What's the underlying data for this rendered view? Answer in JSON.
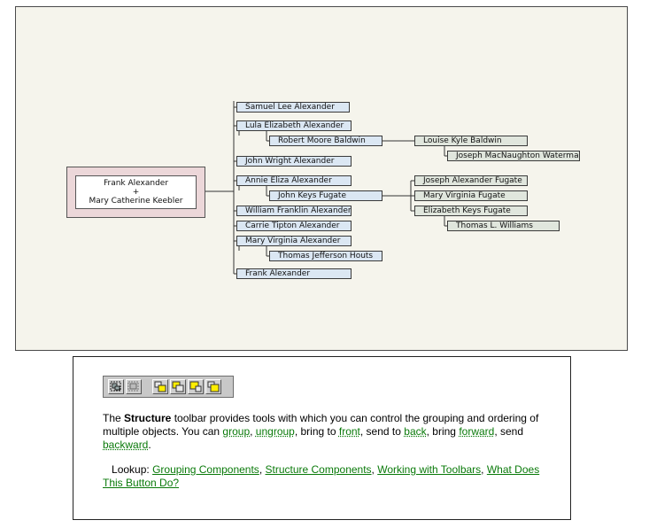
{
  "chart": {
    "root": {
      "line1": "Frank Alexander",
      "line2": "+",
      "line3": "Mary Catherine Keebler"
    },
    "children": [
      {
        "name": "Samuel Lee Alexander"
      },
      {
        "name": "Lula Elizabeth Alexander",
        "spouse": "Robert Moore Baldwin",
        "kids": [
          {
            "name": "Louise Kyle Baldwin",
            "spouse": "Joseph MacNaughton Waterman"
          }
        ]
      },
      {
        "name": "John Wright Alexander"
      },
      {
        "name": "Annie Eliza Alexander",
        "spouse": "John Keys Fugate",
        "kids": [
          {
            "name": "Joseph Alexander Fugate"
          },
          {
            "name": "Mary Virginia Fugate"
          },
          {
            "name": "Elizabeth Keys Fugate",
            "spouse": "Thomas L. Williams"
          }
        ]
      },
      {
        "name": "William Franklin Alexander"
      },
      {
        "name": "Carrie Tipton Alexander"
      },
      {
        "name": "Mary Virginia Alexander",
        "spouse": "Thomas Jefferson Houts"
      },
      {
        "name": "Frank Alexander"
      }
    ]
  },
  "toolbar": {
    "title": "Structure",
    "buttons": [
      {
        "name": "group-icon"
      },
      {
        "name": "ungroup-icon"
      },
      {
        "name": "bring-to-front-icon"
      },
      {
        "name": "send-to-back-icon"
      },
      {
        "name": "bring-forward-icon"
      },
      {
        "name": "send-backward-icon"
      }
    ]
  },
  "help": {
    "t1": "The ",
    "toolbar_name": "Structure",
    "t2": " toolbar provides tools with which you can control the grouping and ordering of multiple objects. You can ",
    "group": "group",
    "c1": ", ",
    "ungroup": "ungroup",
    "t3": ", bring to ",
    "front": "front",
    "t4": ", send to ",
    "back": "back",
    "t5": ", bring ",
    "forward": "forward",
    "t6": ", send ",
    "backward": "backward",
    "t7": ".",
    "lookup_label": "Lookup: ",
    "links": [
      "Grouping Components",
      "Structure Components",
      "Working with Toolbars",
      "What Does This Button Do?"
    ],
    "sep": ", "
  },
  "colors": {
    "panel_bg": "#f5f4ec",
    "node_blue": "#dbe7f3",
    "node_green": "#e0e6dd",
    "root_outer": "#ecd7d9",
    "toolbar_bg": "#c8c8c8",
    "link": "#0a7a0a"
  }
}
